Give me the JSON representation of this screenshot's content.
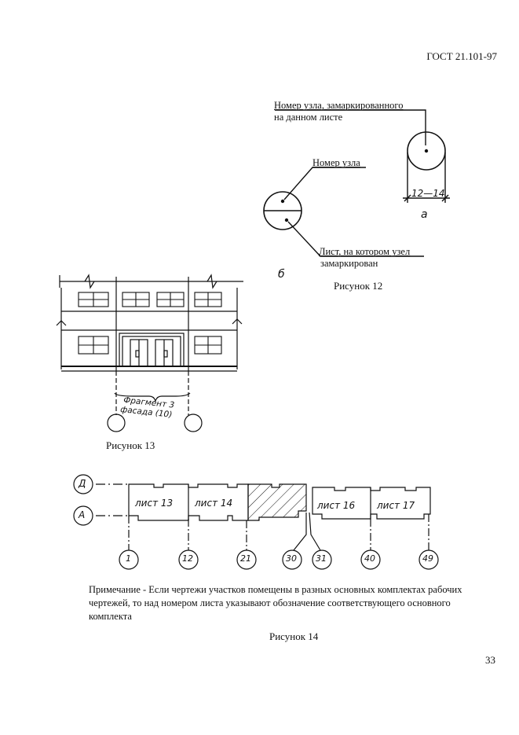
{
  "header": {
    "standard": "ГОСТ 21.101-97"
  },
  "figure12": {
    "label_a_line1": "Номер узла, замаркированного",
    "label_a_line2": "на данном листе",
    "dimension": "12—14",
    "variant_a": "а",
    "label_b_top": "Номер узла",
    "label_b_bottom_line1": "Лист, на котором узел",
    "label_b_bottom_line2": "замаркирован",
    "variant_b": "б",
    "caption": "Рисунок 12"
  },
  "figure13": {
    "fragment_line1": "Фрагмент 3",
    "fragment_line2": "фасада (10)",
    "caption": "Рисунок 13"
  },
  "figure14": {
    "row_axes": [
      "Д",
      "А"
    ],
    "sheets": [
      "лист 13",
      "лист 14",
      "лист 16",
      "лист 17"
    ],
    "column_axes": [
      "1",
      "12",
      "21",
      "30",
      "31",
      "40",
      "49"
    ],
    "caption": "Рисунок 14"
  },
  "note": {
    "text": "Примечание - Если чертежи участков помещены в разных основных комплектах рабочих чертежей, то над номером листа указывают обозначение соответствующего основного комплекта"
  },
  "page_number": "33"
}
